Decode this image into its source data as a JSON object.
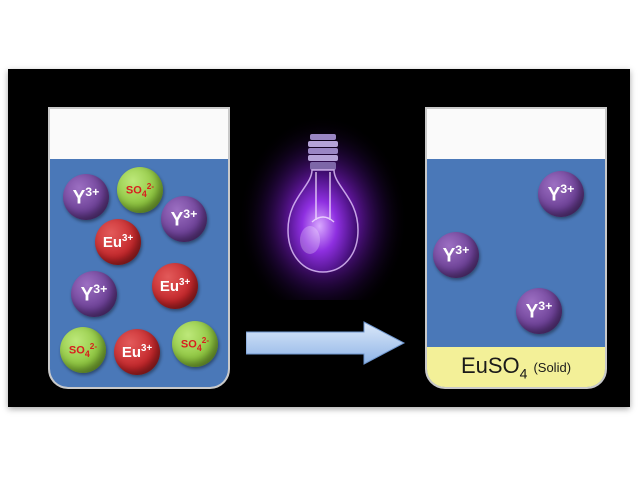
{
  "left_beaker": {
    "ions": [
      {
        "kind": "y",
        "label": "Y",
        "charge": "3+"
      },
      {
        "kind": "so",
        "label": "SO",
        "sub": "4",
        "charge": "2-"
      },
      {
        "kind": "y",
        "label": "Y",
        "charge": "3+"
      },
      {
        "kind": "eu",
        "label": "Eu",
        "charge": "3+"
      },
      {
        "kind": "eu",
        "label": "Eu",
        "charge": "3+"
      },
      {
        "kind": "y",
        "label": "Y",
        "charge": "3+"
      },
      {
        "kind": "so",
        "label": "SO",
        "sub": "4",
        "charge": "2-"
      },
      {
        "kind": "eu",
        "label": "Eu",
        "charge": "3+"
      },
      {
        "kind": "so",
        "label": "SO",
        "sub": "4",
        "charge": "2-"
      }
    ]
  },
  "right_beaker": {
    "ions": [
      {
        "kind": "y",
        "label": "Y",
        "charge": "3+"
      },
      {
        "kind": "y",
        "label": "Y",
        "charge": "3+"
      },
      {
        "kind": "y",
        "label": "Y",
        "charge": "3+"
      }
    ],
    "precipitate": {
      "formula": "EuSO",
      "subscript": "4",
      "note": "(Solid)"
    }
  },
  "colors": {
    "panel": "#000000",
    "liquid": "#4a78b8",
    "precipitate": "#f3f098",
    "y_ion": "#6b3f95",
    "eu_ion": "#c4262a",
    "so_ion": "#8cc43d",
    "so_text": "#d81e1e",
    "uv_glow": "#9a2cff",
    "arrow": "#a9c8f0"
  },
  "icons": [
    "uv-lightbulb-icon",
    "reaction-arrow-icon"
  ]
}
